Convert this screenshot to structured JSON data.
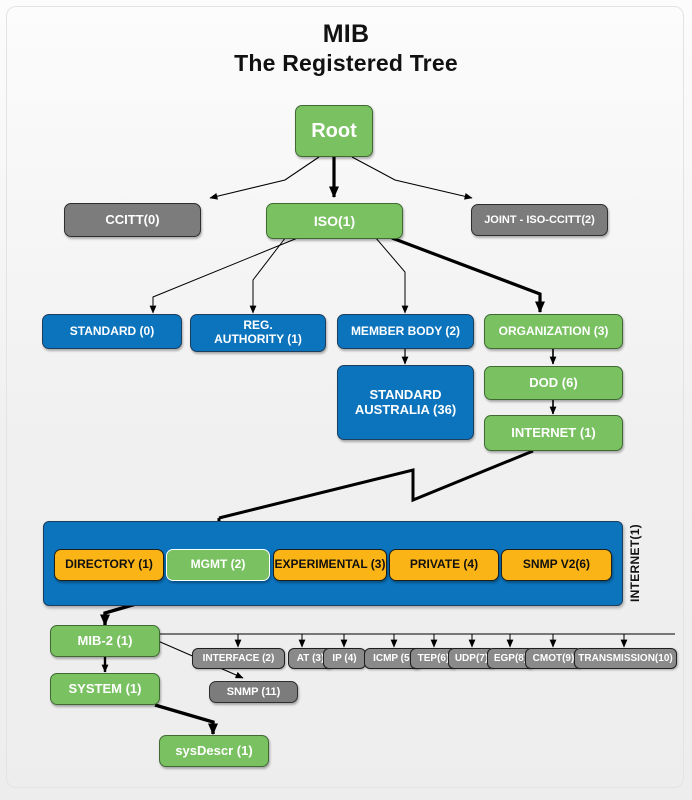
{
  "title": {
    "line1": "MIB",
    "line2": "The Registered Tree"
  },
  "colors": {
    "green": "#7ac162",
    "blue": "#0b74bd",
    "gray": "#7c7c7c",
    "orange": "#fbb415",
    "background": "#f0f0f0",
    "line": "#000000"
  },
  "tree": {
    "root": {
      "label": "Root",
      "color": "green"
    },
    "level1": [
      {
        "label": "CCITT(0)",
        "color": "gray"
      },
      {
        "label": "ISO(1)",
        "color": "green"
      },
      {
        "label": "JOINT - ISO-CCITT(2)",
        "color": "gray"
      }
    ],
    "level2": [
      {
        "label": "STANDARD (0)",
        "color": "blue"
      },
      {
        "label": "REG.\nAUTHORITY (1)",
        "color": "blue"
      },
      {
        "label": "MEMBER BODY (2)",
        "color": "blue"
      },
      {
        "label": "ORGANIZATION (3)",
        "color": "green"
      }
    ],
    "standard_australia": {
      "label": "STANDARD\nAUSTRALIA (36)",
      "color": "blue"
    },
    "dod": {
      "label": "DOD (6)",
      "color": "green"
    },
    "internet": {
      "label": "INTERNET (1)",
      "color": "green"
    }
  },
  "internet_group": {
    "side_label": "INTERNET(1)",
    "children": [
      {
        "label": "DIRECTORY (1)",
        "color": "orange"
      },
      {
        "label": "MGMT (2)",
        "color": "green"
      },
      {
        "label": "EXPERIMENTAL (3)",
        "color": "orange"
      },
      {
        "label": "PRIVATE (4)",
        "color": "orange"
      },
      {
        "label": "SNMP V2(6)",
        "color": "orange"
      }
    ]
  },
  "mib2": {
    "node": {
      "label": "MIB-2 (1)",
      "color": "green"
    },
    "system": {
      "label": "SYSTEM (1)",
      "color": "green"
    },
    "sysdescr": {
      "label": "sysDescr (1)",
      "color": "green"
    },
    "snmp": {
      "label": "SNMP (11)",
      "color": "gray"
    },
    "children": [
      {
        "label": "INTERFACE (2)"
      },
      {
        "label": "AT (3)"
      },
      {
        "label": "IP (4)"
      },
      {
        "label": "ICMP (5)"
      },
      {
        "label": "TEP(6)"
      },
      {
        "label": "UDP(7)"
      },
      {
        "label": "EGP(8)"
      },
      {
        "label": "CMOT(9)"
      },
      {
        "label": "TRANSMISSION(10)"
      }
    ]
  }
}
